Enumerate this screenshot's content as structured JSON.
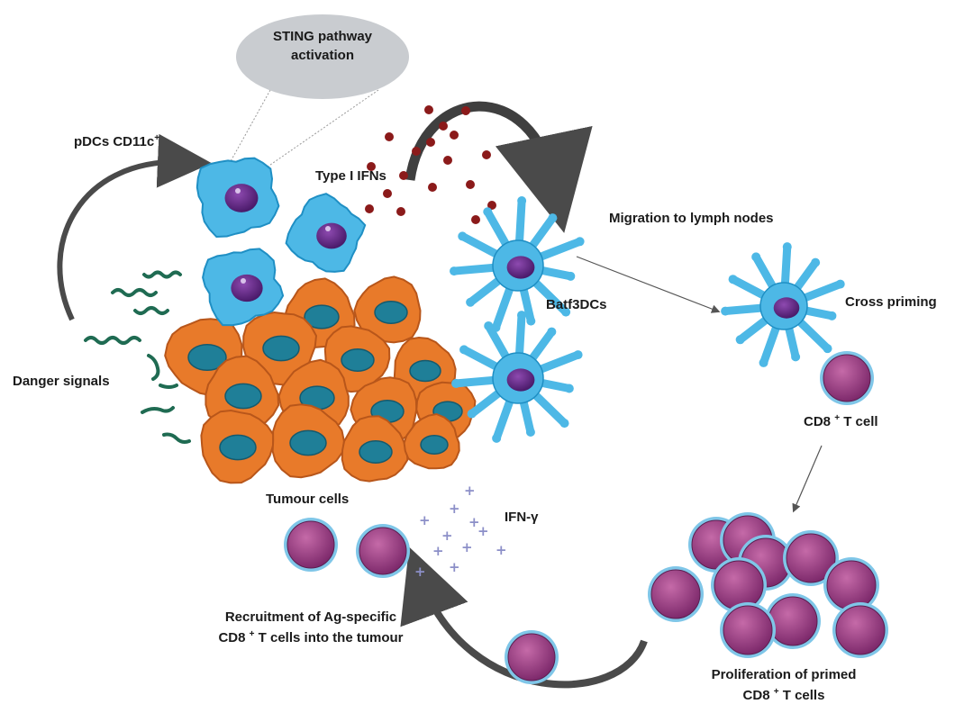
{
  "labels": {
    "sting_line1": "STING pathway",
    "sting_line2": "activation",
    "pdcs": "pDCs CD11c",
    "pdcs_sup": "+",
    "type_i_ifns": "Type I IFNs",
    "migration": "Migration to lymph nodes",
    "batf3": "Batf3DCs",
    "cross_priming": "Cross priming",
    "cd8_prefix": "CD8 ",
    "cd8_sup": "+",
    "cd8_suffix": " T cell",
    "danger": "Danger signals",
    "tumour": "Tumour cells",
    "ifn_gamma": "IFN-γ",
    "recruitment_line1": "Recruitment of Ag-specific",
    "recruitment_line2_prefix": "CD8 ",
    "recruitment_line2_sup": "+",
    "recruitment_line2_suffix": " T cells into the tumour",
    "proliferation_line1": "Proliferation of primed",
    "proliferation_line2_prefix": "CD8 ",
    "proliferation_line2_sup": "+",
    "proliferation_line2_suffix": " T cells"
  },
  "colors": {
    "dc_blue": "#4db8e6",
    "dc_outline": "#1f8fc4",
    "nucleus_purple": "#6a2c8f",
    "tumour_orange": "#e87a2a",
    "tumour_outline": "#b8561a",
    "tumour_nucleus": "#1f7f98",
    "tcell_magenta": "#9b3a82",
    "tcell_ring": "#7fc6e8",
    "ifn_dot": "#8b1a1a",
    "danger_green": "#1f6b52",
    "arrow_grey": "#4a4a4a",
    "bubble_grey": "#c9ccd0"
  }
}
